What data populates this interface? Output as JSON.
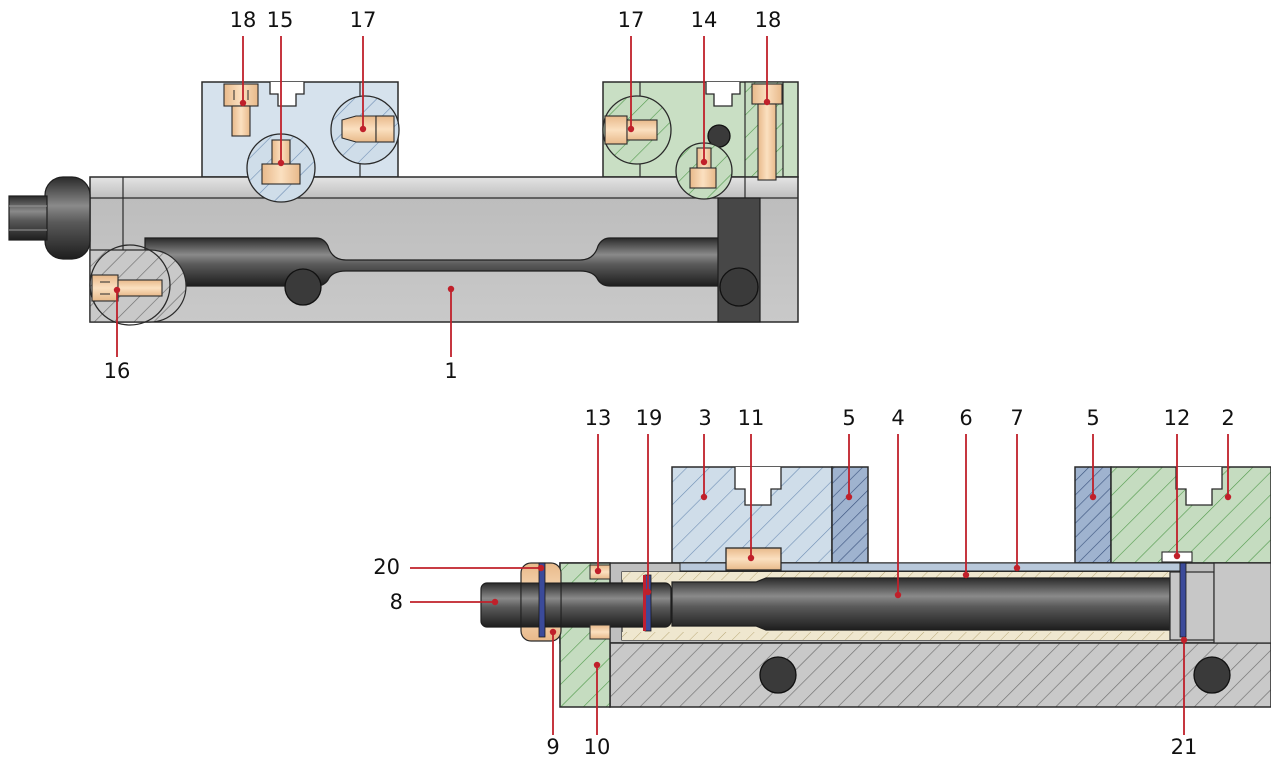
{
  "figure": {
    "top_view": {
      "callouts": [
        {
          "id": "18",
          "label": "18"
        },
        {
          "id": "15",
          "label": "15"
        },
        {
          "id": "17",
          "label": "17"
        },
        {
          "id": "17",
          "label": "17"
        },
        {
          "id": "14",
          "label": "14"
        },
        {
          "id": "18",
          "label": "18"
        },
        {
          "id": "16",
          "label": "16"
        },
        {
          "id": "1",
          "label": "1"
        }
      ]
    },
    "section_view": {
      "callouts": [
        {
          "id": "13",
          "label": "13"
        },
        {
          "id": "19",
          "label": "19"
        },
        {
          "id": "3",
          "label": "3"
        },
        {
          "id": "11",
          "label": "11"
        },
        {
          "id": "5",
          "label": "5"
        },
        {
          "id": "4",
          "label": "4"
        },
        {
          "id": "6",
          "label": "6"
        },
        {
          "id": "7",
          "label": "7"
        },
        {
          "id": "5",
          "label": "5"
        },
        {
          "id": "12",
          "label": "12"
        },
        {
          "id": "2",
          "label": "2"
        },
        {
          "id": "20",
          "label": "20"
        },
        {
          "id": "8",
          "label": "8"
        },
        {
          "id": "9",
          "label": "9"
        },
        {
          "id": "10",
          "label": "10"
        },
        {
          "id": "21",
          "label": "21"
        }
      ]
    }
  },
  "colors": {
    "housing": "#c6c6c6",
    "housing_dark": "#3a3a3a",
    "jaw_blue": "#cfdde9",
    "jaw_green": "#c5dcc0",
    "insert_blue": "#9fb3cf",
    "screw_tan": "#f2cfa4",
    "callout_red": "#c0202a",
    "sleeve_cream": "#efe7cf",
    "oring_blue": "#3b4a9a",
    "oring_red": "#c02030"
  }
}
